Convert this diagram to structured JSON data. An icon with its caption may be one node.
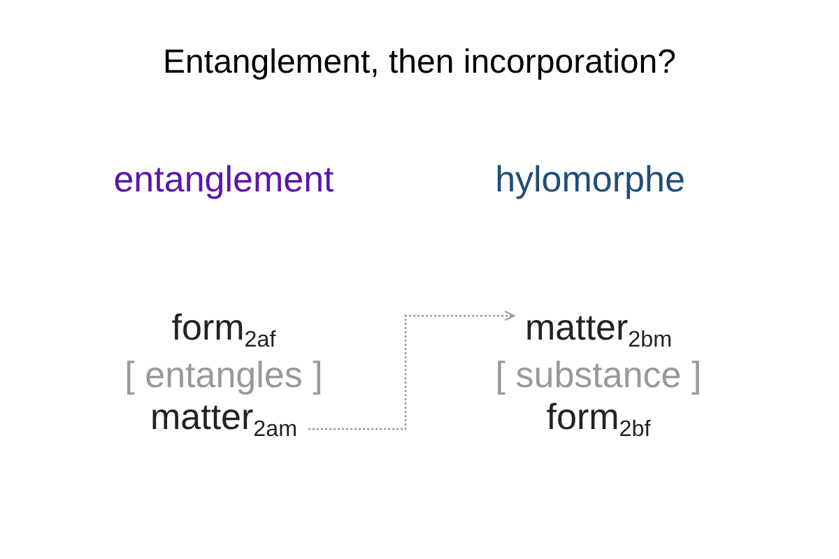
{
  "diagram": {
    "title": "Entanglement, then incorporation?",
    "nodes": [
      {
        "text": [
          "matter$_{2am}$"
        ]
      },
      {
        "text": [
          "matter$_{2bm}$"
        ]
      }
    ],
    "edges": [
      {
        "from": 0,
        "to": 1,
        "arrow": "to",
        "style": "dashed",
        "color": "#999999"
      }
    ],
    "labels": [
      "entanglement",
      "hylomorphe",
      "form$_{2af}$",
      "[ entangles ]",
      "[ substance ]",
      "form$_{2bf}$"
    ]
  }
}
